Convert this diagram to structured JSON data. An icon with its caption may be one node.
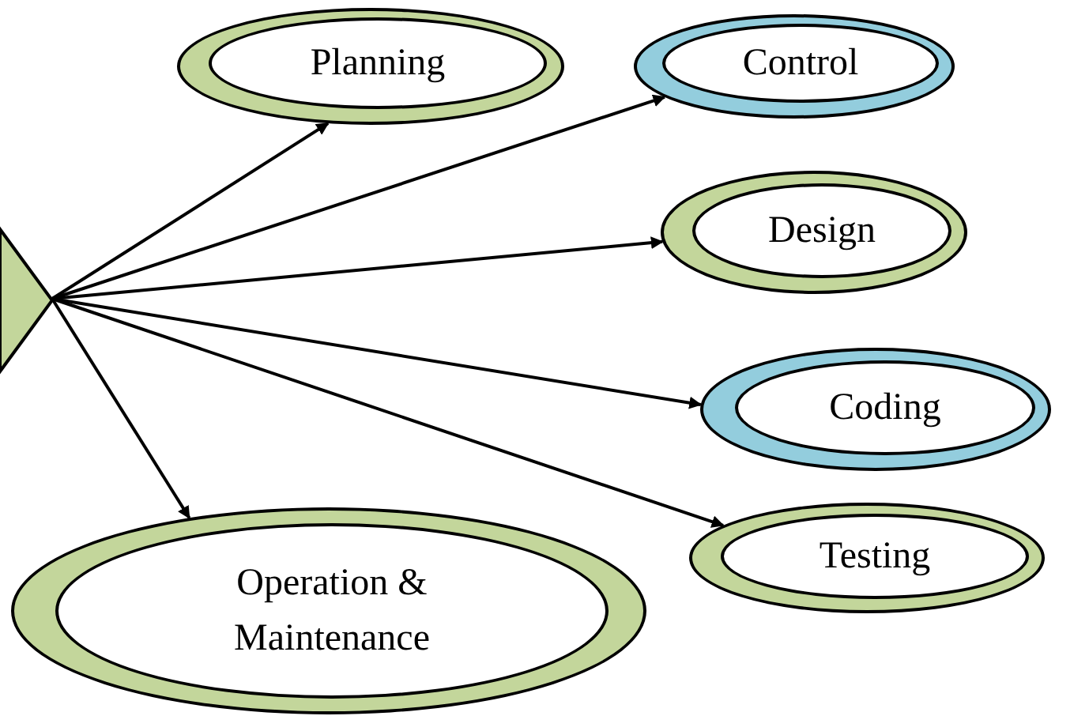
{
  "diagram": {
    "nodes": [
      {
        "text": [],
        "shape": "diamond"
      },
      {
        "text": [
          "Planning"
        ]
      },
      {
        "text": [
          "Control"
        ]
      },
      {
        "text": [
          "Design"
        ]
      },
      {
        "text": [
          "Coding"
        ]
      },
      {
        "text": [
          "Testing"
        ]
      },
      {
        "text": [
          "Operation & Maintenance"
        ]
      }
    ],
    "edges": [
      {
        "from": 0,
        "to": 1,
        "arrow": "to"
      },
      {
        "from": 0,
        "to": 2,
        "arrow": "to"
      },
      {
        "from": 0,
        "to": 3,
        "arrow": "to"
      },
      {
        "from": 0,
        "to": 4,
        "arrow": "to"
      },
      {
        "from": 0,
        "to": 5,
        "arrow": "to"
      },
      {
        "from": 0,
        "to": 6,
        "arrow": "to"
      }
    ]
  }
}
